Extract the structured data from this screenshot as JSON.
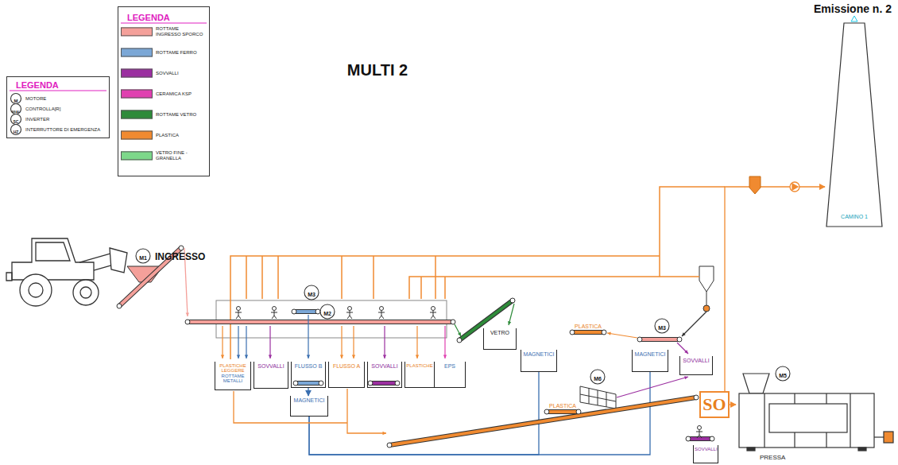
{
  "diagram": {
    "title": "MULTI 2",
    "nodes": [
      {
        "text": [
          "PLASTICHE LEGGERE",
          "ROTTAME METALLI"
        ]
      },
      {
        "text": [
          "SOVVALLI"
        ]
      },
      {
        "text": [
          "FLUSSO B"
        ]
      },
      {
        "text": [
          "MAGNETICI"
        ]
      },
      {
        "text": [
          "FLUSSO A"
        ]
      },
      {
        "text": [
          "SOVVALLI"
        ]
      },
      {
        "text": [
          "PLASTICHE"
        ]
      },
      {
        "text": [
          "EPS"
        ]
      },
      {
        "text": [
          "VETRO"
        ]
      },
      {
        "text": [
          "MAGNETICI"
        ]
      },
      {
        "text": [
          "MAGNETICI"
        ]
      },
      {
        "text": [
          "SOVVALLI"
        ]
      },
      {
        "text": [
          "SOVVALLI"
        ]
      },
      {
        "text": [
          "SO"
        ]
      },
      {
        "text": [
          "PRESSA"
        ]
      },
      {
        "text": [
          "CAMINO 1"
        ]
      }
    ],
    "edges": [
      {
        "from": 2,
        "to": 3,
        "arrow": "to"
      },
      {
        "from": 3,
        "to": 9,
        "arrow": "none"
      },
      {
        "from": 3,
        "to": 10,
        "arrow": "none"
      },
      {
        "from": 13,
        "to": 15,
        "arrow": "to"
      },
      {
        "from": 13,
        "to": 14,
        "arrow": "to"
      }
    ],
    "labels": [
      "LEGENDA",
      "Emissione n. 2",
      "LEGENDA",
      "M",
      "SSAL",
      "SC",
      "HZ",
      "M1",
      "INGRESSO",
      "M3",
      "M2",
      "M3",
      "PLASTICA",
      "M6",
      "PLASTICA",
      "M5"
    ],
    "legend": [
      {
        "text": "MOTORE"
      },
      {
        "text": "CONTROLLA[R]"
      },
      {
        "text": "INVERTER"
      },
      {
        "text": "INTERRUTTORE DI EMERGENZA"
      },
      {
        "text": "ROTTAME INGRESSO SPORCO",
        "color": "#f4a09a"
      },
      {
        "text": "ROTTAME FERRO",
        "color": "#7ba7d6"
      },
      {
        "text": "SOVVALLI",
        "color": "#9b2fa0"
      },
      {
        "text": "CERAMICA KSP",
        "color": "#e040b0"
      },
      {
        "text": "ROTTAME VETRO",
        "color": "#2e8b3a"
      },
      {
        "text": "PLASTICA",
        "color": "#f08a30"
      },
      {
        "text": "VETRO FINE - GRANELLA",
        "color": "#7dd88a"
      }
    ]
  }
}
